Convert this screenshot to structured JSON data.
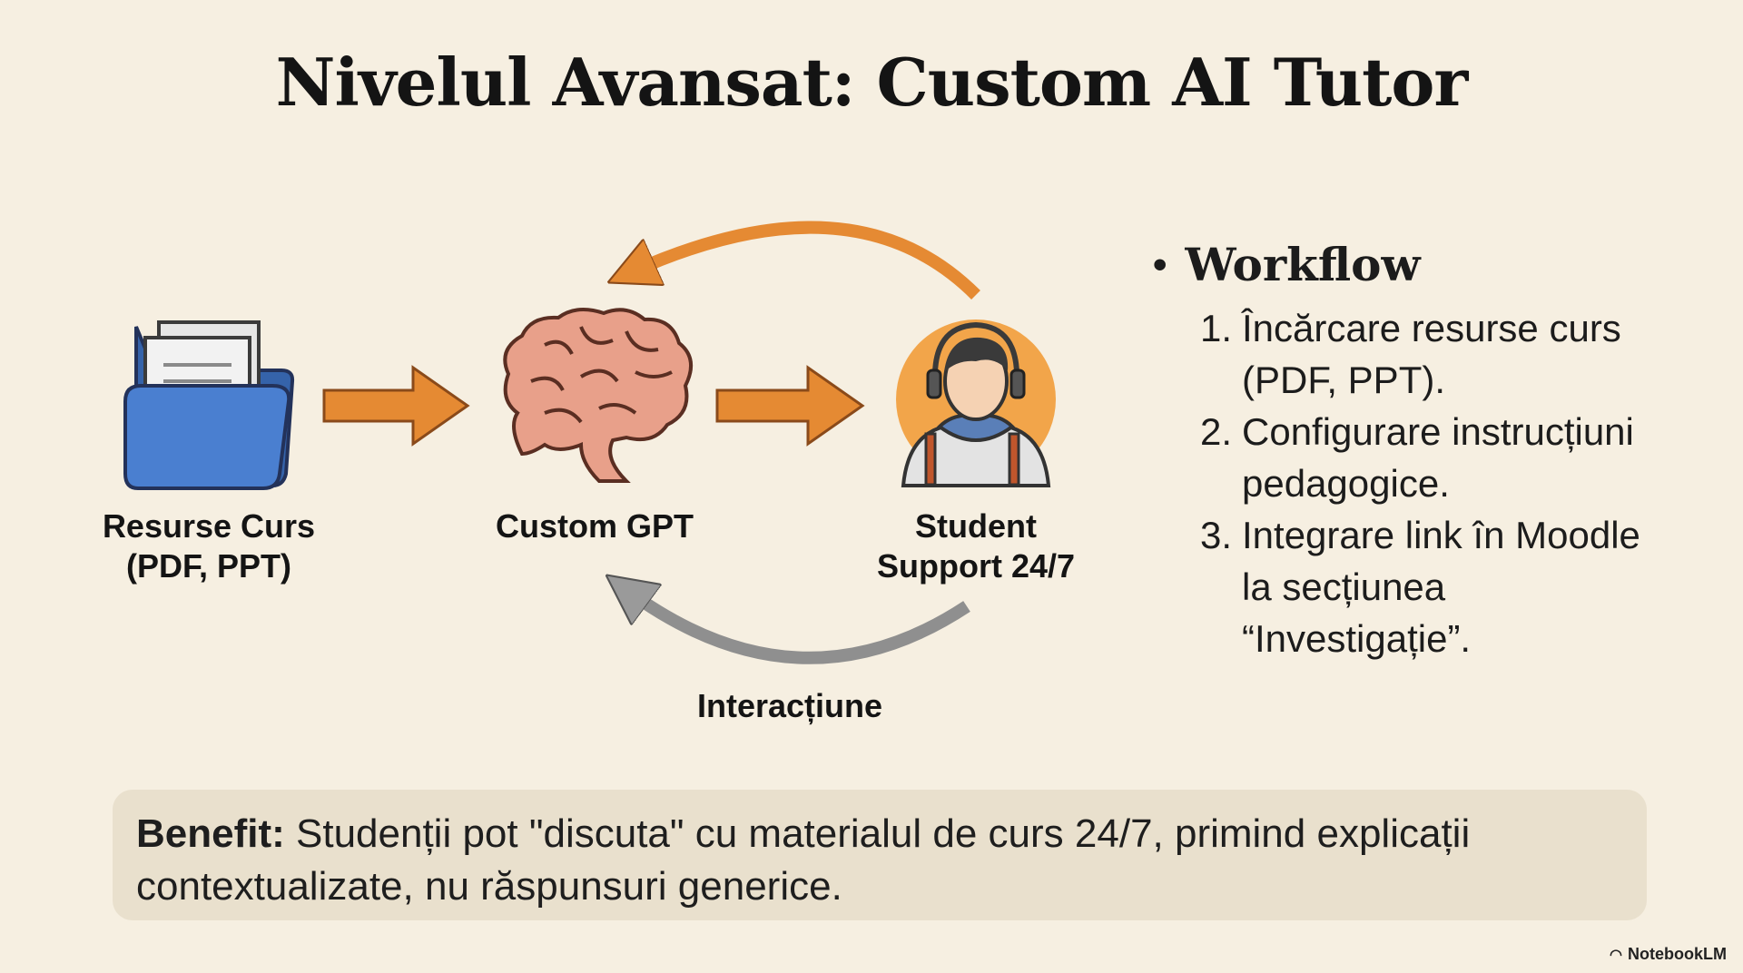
{
  "title": "Nivelul Avansat: Custom AI Tutor",
  "nodes": {
    "resources": {
      "line1": "Resurse Curs",
      "line2": "(PDF, PPT)",
      "icon": "folder-documents-icon"
    },
    "gpt": {
      "label": "Custom GPT",
      "icon": "brain-icon"
    },
    "student": {
      "line1": "Student",
      "line2": "Support 24/7",
      "icon": "student-headphones-icon"
    }
  },
  "interaction_label": "Interacțiune",
  "workflow": {
    "heading": "Workflow",
    "steps": [
      {
        "num": "1.",
        "text": "Încărcare resurse curs (PDF, PPT)."
      },
      {
        "num": "2.",
        "text": "Configurare instrucțiuni pedagogice."
      },
      {
        "num": "3.",
        "text": "Integrare link în Moodle la secțiunea “Investigație”."
      }
    ]
  },
  "benefit": {
    "label": "Benefit:",
    "text": " Studenții pot \"discuta\" cu materialul de curs 24/7, primind explicații contextualizate, nu răspunsuri generice."
  },
  "brand": "NotebookLM",
  "colors": {
    "background": "#f6efe1",
    "arrow_orange": "#e58a33",
    "arrow_gray": "#8a8a8a",
    "folder_blue": "#4a7fd0",
    "brain": "#e8a08a",
    "benefit_box": "#e9e0cd"
  }
}
